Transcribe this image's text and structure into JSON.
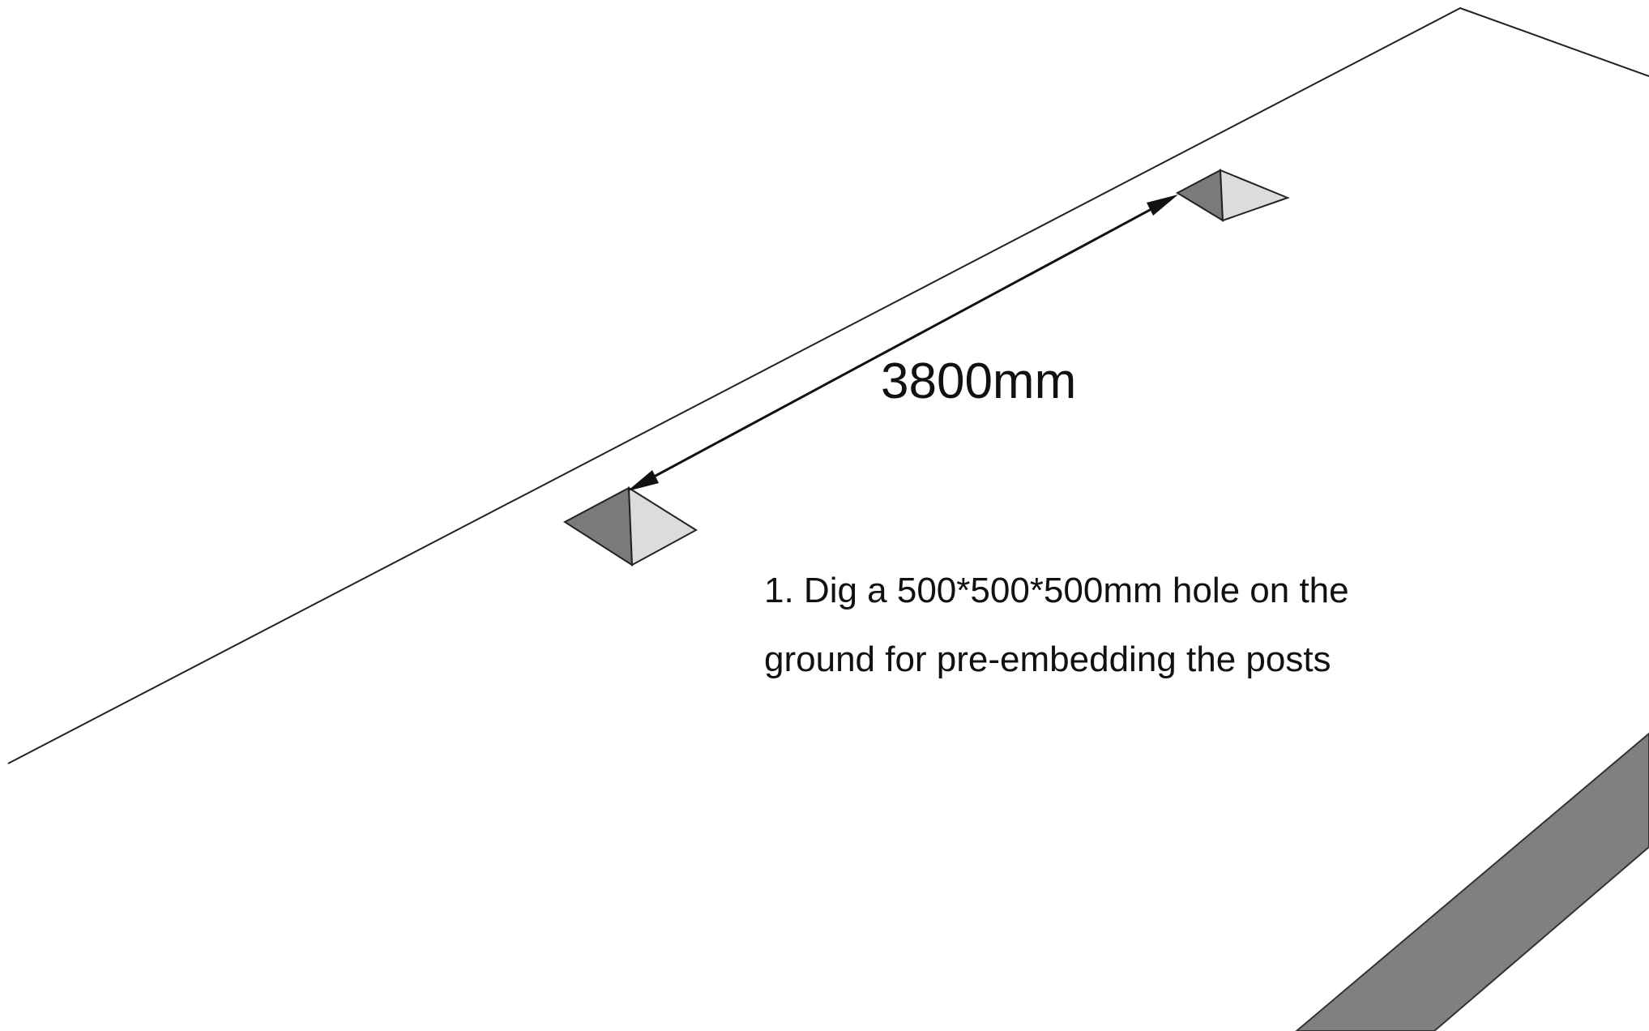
{
  "dimension": {
    "label": "3800mm"
  },
  "instruction": {
    "line1": "1. Dig a 500*500*500mm hole on the",
    "line2": "ground for pre-embedding the posts"
  },
  "colors": {
    "background": "#ffffff",
    "outline": "#222222",
    "hole_dark": "#7a7a7a",
    "hole_light": "#dcdcdc",
    "path_strip": "#808080"
  }
}
